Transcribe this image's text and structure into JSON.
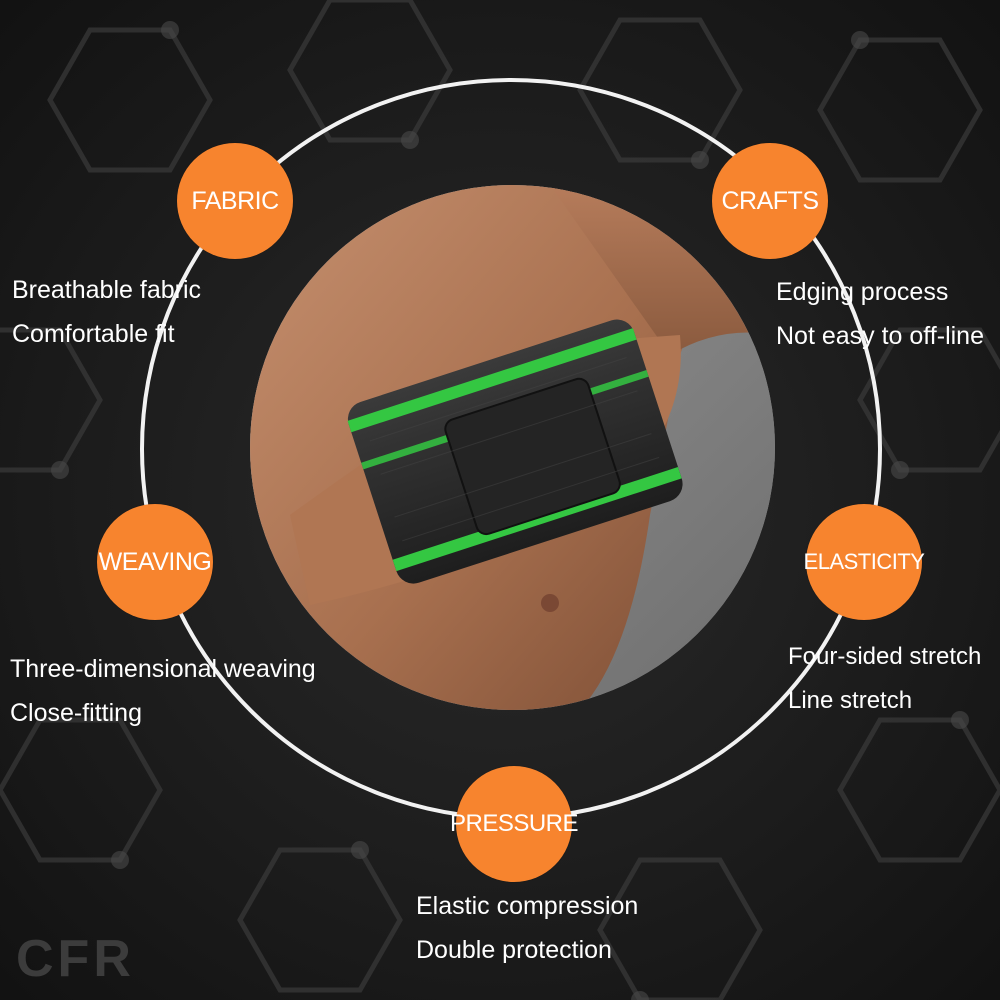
{
  "features": {
    "fabric": {
      "title": "FABRIC",
      "lines": [
        "Breathable fabric",
        "Comfortable fit"
      ]
    },
    "crafts": {
      "title": "CRAFTS",
      "lines": [
        "Edging process",
        "Not easy to off-line"
      ]
    },
    "weaving": {
      "title": "WEAVING",
      "lines": [
        "Three-dimensional weaving",
        "Close-fitting"
      ]
    },
    "elasticity": {
      "title": "ELASTICITY",
      "lines": [
        "Four-sided stretch",
        "Line stretch"
      ]
    },
    "pressure": {
      "title": "PRESSURE",
      "lines": [
        "Elastic compression",
        "Double protection"
      ]
    }
  },
  "colors": {
    "badge": "#f7842e",
    "ring": "#f2f2f2",
    "background": "#1a1a1a",
    "strap_accent": "#34c742"
  },
  "logo": {
    "text": "CFR"
  }
}
